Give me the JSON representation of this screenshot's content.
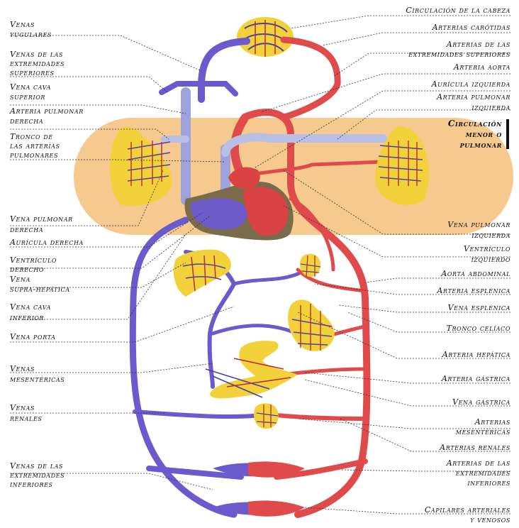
{
  "colors": {
    "venous": "#6A5ACD",
    "venous_dark": "#4B3FA8",
    "arterial": "#E04A4A",
    "arterial_dark": "#B52F2F",
    "organ": "#F2D13A",
    "pulmonary_band": "#F6C98E",
    "heart_right": "#6D5BC9",
    "heart_left": "#D94343",
    "pulmonary_artery": "#B9C0E6"
  },
  "labels_left": [
    {
      "line1": "Venas",
      "line2": "yugulares"
    },
    {
      "line1": "Venas de las",
      "line2": "extremidades",
      "line3": "superiores"
    },
    {
      "line1": "Vena cava",
      "line2": "superior"
    },
    {
      "line1": "Arteria pulmonar",
      "line2": "derecha"
    },
    {
      "line1": "Tronco de",
      "line2": "las arterias",
      "line3": "pulmonares"
    },
    {
      "line1": "Vena pulmonar",
      "line2": "derecha"
    },
    {
      "line1": "Aurícula derecha"
    },
    {
      "line1": "Ventrículo",
      "line2": "derecho"
    },
    {
      "line1": "Vena",
      "line2": "supra-hepática"
    },
    {
      "line1": "Vena cava",
      "line2": "inferior"
    },
    {
      "line1": "Vena porta"
    },
    {
      "line1": "Venas",
      "line2": "mesentéricas"
    },
    {
      "line1": "Venas",
      "line2": "renales"
    },
    {
      "line1": "Venas de las",
      "line2": "extremidades",
      "line3": "inferiores"
    }
  ],
  "labels_right": [
    {
      "line1": "Circulación de la cabeza"
    },
    {
      "line1": "Arterias carótidas"
    },
    {
      "line1": "Arterias de las",
      "line2": "extremidades superiores"
    },
    {
      "line1": "Arteria aorta"
    },
    {
      "line1": "Aurícula izquierda"
    },
    {
      "line1": "Arteria pulmonar",
      "line2": "izquierda"
    },
    {
      "line1": "Vena pulmonar",
      "line2": "izquierda"
    },
    {
      "line1": "Ventrículo",
      "line2": "izquierdo"
    },
    {
      "line1": "Aorta abdominal"
    },
    {
      "line1": "Arteria esplénica"
    },
    {
      "line1": "Vena esplénica"
    },
    {
      "line1": "Tronco celíaco"
    },
    {
      "line1": "Arteria hepática"
    },
    {
      "line1": "Arteria gástrica"
    },
    {
      "line1": "Vena gástrica"
    },
    {
      "line1": "Arterias",
      "line2": "mesentéricas"
    },
    {
      "line1": "Arterias renales"
    },
    {
      "line1": "Arterias de las",
      "line2": "extremidades",
      "line3": "inferiores"
    },
    {
      "line1": "Capilares arteriales",
      "line2": "y venosos"
    }
  ],
  "callout": {
    "line1": "Circulación",
    "line2": "menor o",
    "line3": "pulmonar"
  }
}
